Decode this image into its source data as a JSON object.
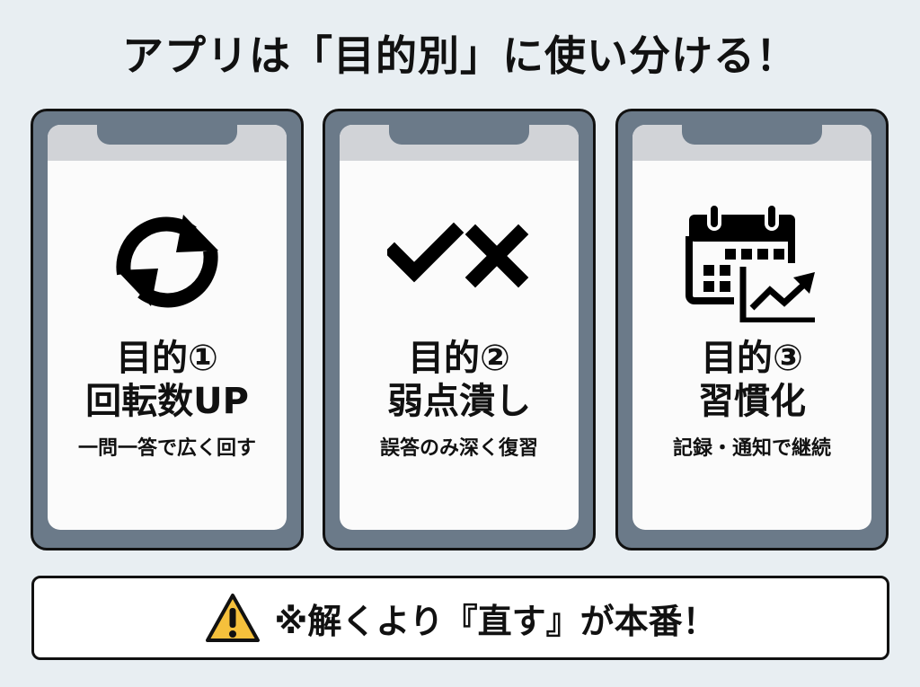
{
  "title": "アプリは「目的別」に使い分ける！",
  "colors": {
    "background": "#e8eef2",
    "phone_frame": "#6b7a89",
    "status_bar": "#d1d3d7",
    "screen": "#fbfbfb",
    "warning": "#f5c03c"
  },
  "cards": [
    {
      "icon": "refresh-cycle-icon",
      "label": "目的①",
      "title": "回転数UP",
      "description": "一問一答で広く回す"
    },
    {
      "icon": "check-cross-icon",
      "label": "目的②",
      "title": "弱点潰し",
      "description": "誤答のみ深く復習"
    },
    {
      "icon": "calendar-trend-icon",
      "label": "目的③",
      "title": "習慣化",
      "description": "記録・通知で継続"
    }
  ],
  "banner": {
    "icon": "warning-icon",
    "text": "※解くより『直す』が本番！"
  }
}
